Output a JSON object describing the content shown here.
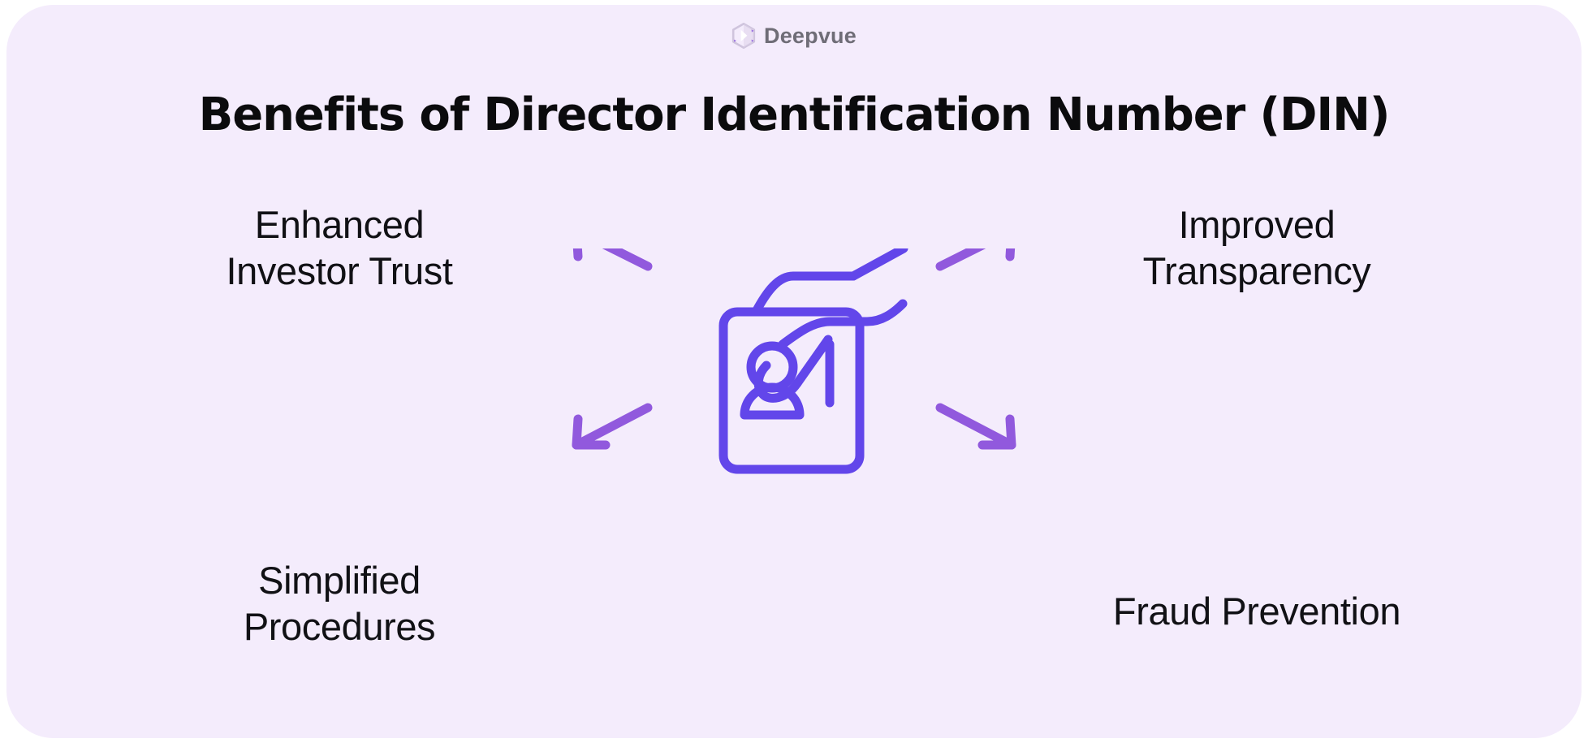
{
  "brand": {
    "name": "Deepvue",
    "logo_icon": "hexagon-logo-icon"
  },
  "header": {
    "title": "Benefits of Director Identification Number (DIN)"
  },
  "diagram": {
    "center_icon": "id-card-hand-icon",
    "benefits": [
      {
        "id": "enhanced-investor-trust",
        "label": "Enhanced\nInvestor Trust",
        "position": "top-left",
        "arrow": "arrow-up-left-icon"
      },
      {
        "id": "improved-transparency",
        "label": "Improved\nTransparency",
        "position": "top-right",
        "arrow": "arrow-up-right-icon"
      },
      {
        "id": "simplified-procedures",
        "label": "Simplified\nProcedures",
        "position": "bottom-left",
        "arrow": "arrow-down-left-icon"
      },
      {
        "id": "fraud-prevention",
        "label": "Fraud Prevention",
        "position": "bottom-right",
        "arrow": "arrow-down-right-icon"
      }
    ]
  },
  "colors": {
    "background": "#f4ecfc",
    "icon_stroke": "#6246ea",
    "arrow": "#9159dd",
    "text": "#111115",
    "brand_text": "#6f6d77"
  }
}
